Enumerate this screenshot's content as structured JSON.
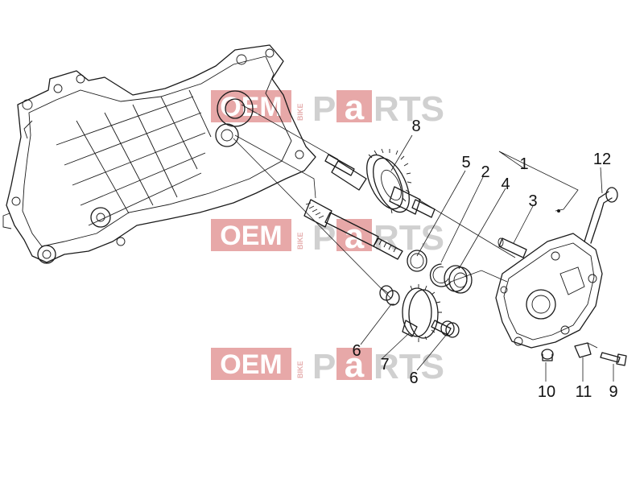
{
  "colors": {
    "ink": "#1a1a1a",
    "background": "#ffffff",
    "watermark_red": "#e39a9a",
    "watermark_gray": "#c8c8c8"
  },
  "watermark": {
    "oem": "OEM",
    "bike": "BIKE",
    "p": "P",
    "a": "a",
    "rts": "RTS"
  },
  "callouts": [
    {
      "id": "1",
      "label": "1"
    },
    {
      "id": "2",
      "label": "2"
    },
    {
      "id": "3",
      "label": "3"
    },
    {
      "id": "4",
      "label": "4"
    },
    {
      "id": "5",
      "label": "5"
    },
    {
      "id": "6a",
      "label": "6"
    },
    {
      "id": "6b",
      "label": "6"
    },
    {
      "id": "7",
      "label": "7"
    },
    {
      "id": "8",
      "label": "8"
    },
    {
      "id": "9",
      "label": "9"
    },
    {
      "id": "10",
      "label": "10"
    },
    {
      "id": "11",
      "label": "11"
    },
    {
      "id": "12",
      "label": "12"
    }
  ]
}
